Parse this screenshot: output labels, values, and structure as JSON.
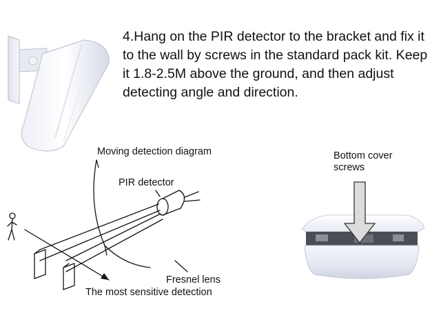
{
  "instruction": {
    "text": "4.Hang on the PIR detector to the bracket and fix it to the wall by screws in the standard pack kit. Keep it 1.8-2.5M above the ground, and then adjust detecting angle and direction."
  },
  "diagram": {
    "title": "Moving detection diagram",
    "detector_label": "PIR detector",
    "lens_label": "Fresnel lens",
    "sensitive_label": "The most sensitive detection"
  },
  "photo": {
    "label_line1": "Bottom cover",
    "label_line2": "screws"
  }
}
